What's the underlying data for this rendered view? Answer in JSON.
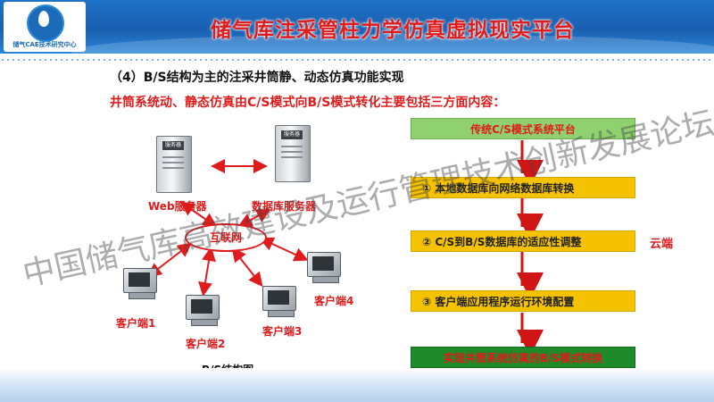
{
  "header": {
    "logo_text": "储气CAE技术研究中心",
    "title": "储气库注采管柱力学仿真虚拟现实平台"
  },
  "subtitle": "（4）B/S结构为主的注采井筒静、动态仿真功能实现",
  "intro": "井筒系统动、静态仿真由C/S模式向B/S模式转化主要包括三方面内容：",
  "diagram": {
    "server_tag": "服务器",
    "web_server": "Web服务器",
    "db_server": "数据库服务器",
    "internet": "互联网",
    "clients": [
      "客户端1",
      "客户端2",
      "客户端3",
      "客户端4"
    ],
    "caption": "B/S结构图"
  },
  "flow": {
    "start": "传统C/S模式系统平台",
    "steps": [
      "① 本地数据库向网络数据库转换",
      "② C/S到B/S数据库的适应性调整",
      "③ 客户端应用程序运行环境配置"
    ],
    "end": "实现井筒系统仿真的B/S模式转换",
    "side_label": "云端"
  },
  "watermark": "中国储气库高效建设及运行管理技术创新发展论坛（视频会议）",
  "colors": {
    "title_red": "#e01b1b",
    "header_blue": "#1e72c8",
    "flow_green": "#8fd16f",
    "flow_yellow": "#f5c200",
    "flow_dark_green": "#1f8a2a"
  }
}
